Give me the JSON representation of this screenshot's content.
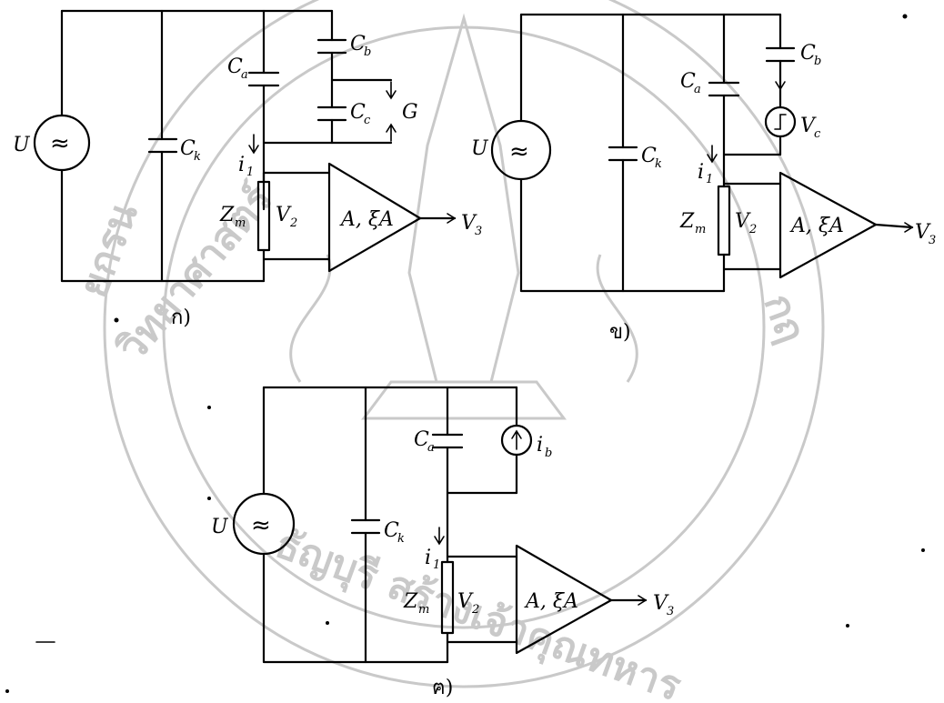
{
  "watermark": {
    "text_left": "ยกรน",
    "text_left2": "วิทยาศาสตร์",
    "text_right": "กฤ",
    "text_bottom": "ธัญบุรี สร้างเจ้าคุณทหาร"
  },
  "circuits": [
    {
      "caption": "ก)",
      "source_label": "U",
      "source_symbol": "≈",
      "ck": {
        "main": "C",
        "sub": "k"
      },
      "ca": {
        "main": "C",
        "sub": "a"
      },
      "cb": {
        "main": "C",
        "sub": "b"
      },
      "cc": {
        "main": "C",
        "sub": "c"
      },
      "g": "G",
      "i1": {
        "main": "i",
        "sub": "1"
      },
      "zm": {
        "main": "Z",
        "sub": "m"
      },
      "v2": {
        "main": "V",
        "sub": "2"
      },
      "amp": "A, ξA",
      "v3": {
        "main": "V",
        "sub": "3"
      }
    },
    {
      "caption": "ข)",
      "source_label": "U",
      "source_symbol": "≈",
      "ck": {
        "main": "C",
        "sub": "k"
      },
      "ca": {
        "main": "C",
        "sub": "a"
      },
      "cb": {
        "main": "C",
        "sub": "b"
      },
      "vc": {
        "main": "V",
        "sub": "c"
      },
      "i1": {
        "main": "i",
        "sub": "1"
      },
      "zm": {
        "main": "Z",
        "sub": "m"
      },
      "v2": {
        "main": "V",
        "sub": "2"
      },
      "amp": "A, ξA",
      "v3": {
        "main": "V",
        "sub": "3"
      }
    },
    {
      "caption": "ฅ)",
      "source_label": "U",
      "source_symbol": "≈",
      "ck": {
        "main": "C",
        "sub": "k"
      },
      "ca": {
        "main": "C",
        "sub": "a"
      },
      "ib": {
        "main": "i",
        "sub": "b"
      },
      "i1": {
        "main": "i",
        "sub": "1"
      },
      "zm": {
        "main": "Z",
        "sub": "m"
      },
      "v2": {
        "main": "V",
        "sub": "2"
      },
      "amp": "A, ξA",
      "v3": {
        "main": "V",
        "sub": "3"
      }
    }
  ]
}
